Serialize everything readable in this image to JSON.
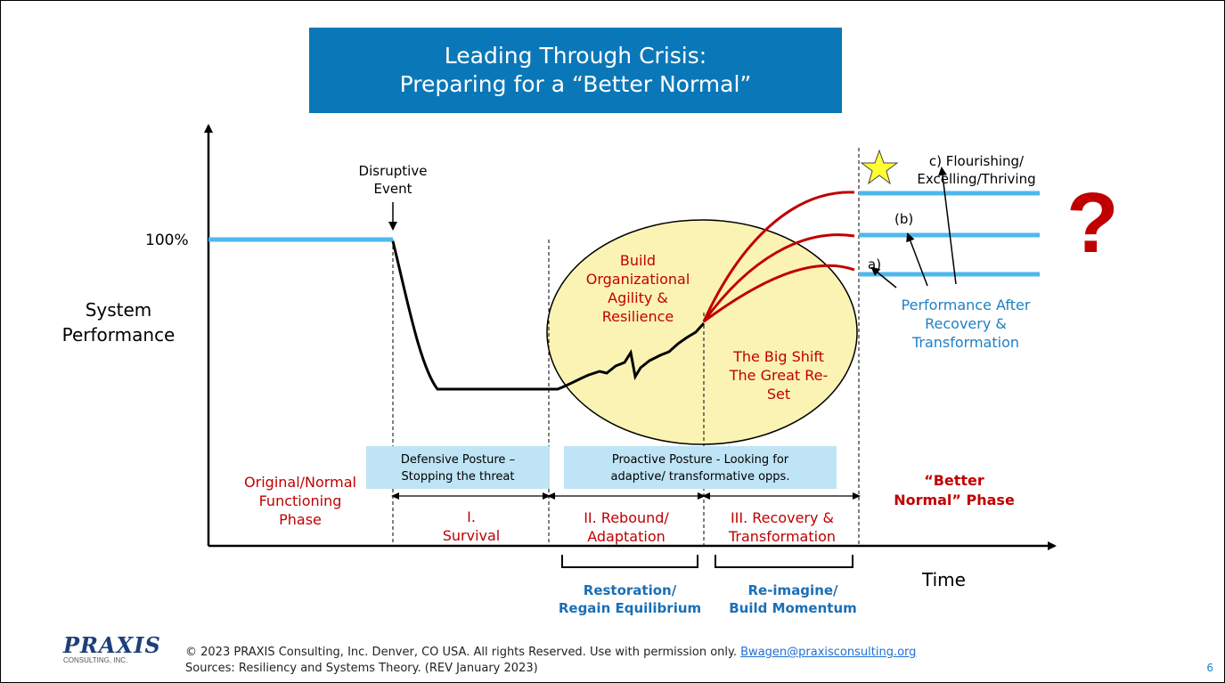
{
  "title": {
    "line1": "Leading Through Crisis:",
    "line2": "Preparing for a “Better Normal”"
  },
  "axes": {
    "y_label_1": "System",
    "y_label_2": "Performance",
    "y_tick_100": "100%",
    "x_label": "Time"
  },
  "event": {
    "line1": "Disruptive",
    "line2": "Event"
  },
  "phases": {
    "original": [
      "Original/Normal",
      "Functioning",
      "Phase"
    ],
    "survival": [
      "I.",
      "Survival"
    ],
    "rebound": [
      "II. Rebound/",
      "Adaptation"
    ],
    "recovery": [
      "III. Recovery &",
      "Transformation"
    ],
    "better_normal": [
      "“Better",
      "Normal” Phase"
    ]
  },
  "postures": {
    "defensive": [
      "Defensive Posture –",
      "Stopping the threat"
    ],
    "proactive": [
      "Proactive Posture -  Looking for",
      "adaptive/ transformative opps."
    ]
  },
  "ellipse_text": [
    "Build",
    "Organizational",
    "Agility &",
    "Resilience"
  ],
  "big_shift": [
    "The Big Shift",
    "The Great Re-",
    "Set"
  ],
  "brackets": {
    "restoration": [
      "Restoration/",
      "Regain Equilibrium"
    ],
    "reimagine": [
      "Re-imagine/",
      "Build Momentum"
    ]
  },
  "outcomes": {
    "c": [
      "c) Flourishing/",
      "Excelling/Thriving"
    ],
    "b": "(b)",
    "a": "a)",
    "performance_after": [
      "Performance After",
      "Recovery &",
      "Transformation"
    ]
  },
  "question_mark": "?",
  "footer": {
    "line1": "© 2023 PRAXIS Consulting, Inc. Denver, CO USA. All rights Reserved. Use with permission only.",
    "email": "Bwagen@praxisconsulting.org",
    "line2": "Sources: Resiliency and Systems Theory. (REV January 2023)",
    "page_number": "6"
  },
  "logo": {
    "word": "PRAXIS",
    "sub": "CONSULTING, INC."
  },
  "colors": {
    "title_bg": "#0a78b8",
    "accent_red": "#c00000",
    "accent_blue": "#1f80c4",
    "line_blue": "#4db8ee",
    "ellipse_fill": "#fbf3b3",
    "posture_bg": "#bfe4f5",
    "star": "#ffff33"
  }
}
